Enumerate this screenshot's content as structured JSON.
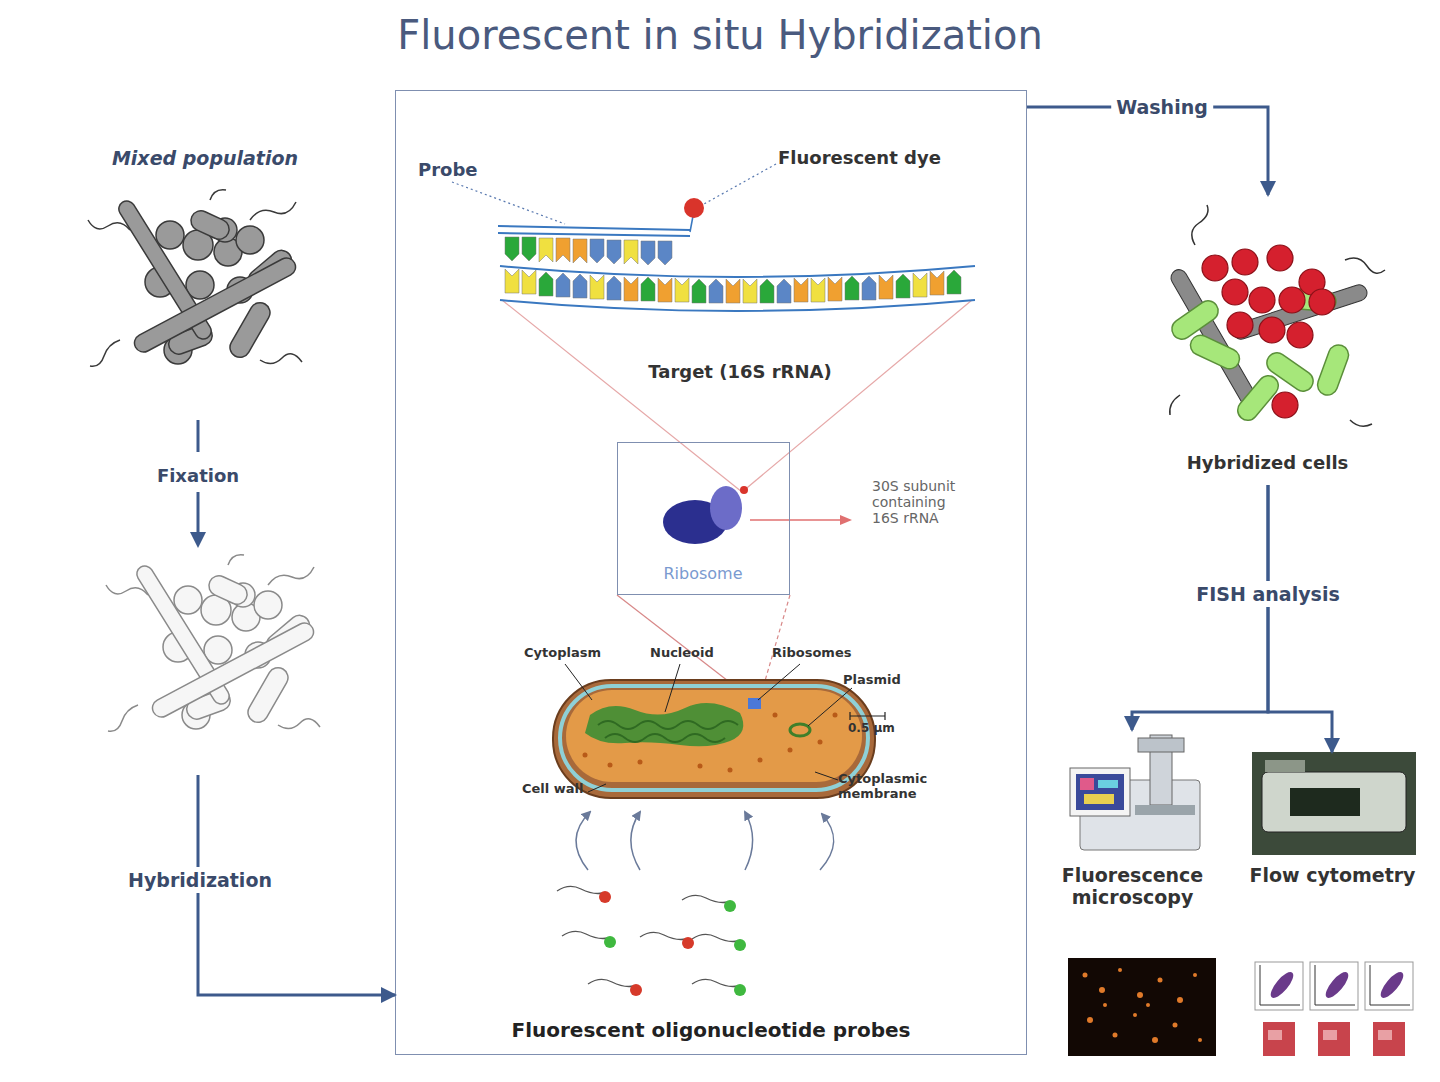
{
  "diagram": {
    "title": "Fluorescent in situ Hybridization",
    "nodes": [
      {
        "text": [
          "Mixed population"
        ]
      },
      {
        "text": [
          "Fluorescent oligonucleotide probes"
        ]
      },
      {
        "text": [
          "Ribosome"
        ],
        "in": 1
      },
      {
        "text": [
          "Hybridized cells"
        ]
      },
      {
        "text": [
          "Fluorescence microscopy"
        ]
      },
      {
        "text": [
          "Flow cytometry"
        ]
      }
    ],
    "edges": [
      {
        "from": 0,
        "to": 1,
        "arrow": "to",
        "label": "Hybridization"
      },
      {
        "from": 1,
        "to": 3,
        "arrow": "to",
        "label": "Washing"
      },
      {
        "from": 3,
        "to": 4,
        "arrow": "to",
        "label": "FISH analysis"
      },
      {
        "from": 3,
        "to": 5,
        "arrow": "to"
      }
    ],
    "labels": [
      "Fixation",
      "Probe",
      "Fluorescent dye",
      "Target (16S rRNA)",
      "30S subunit containing 16S rRNA",
      "Cytoplasm",
      "Nucleoid",
      "Ribosomes",
      "Plasmid",
      "0.5 µm",
      "Cell wall",
      "Cytoplasmic membrane"
    ]
  }
}
